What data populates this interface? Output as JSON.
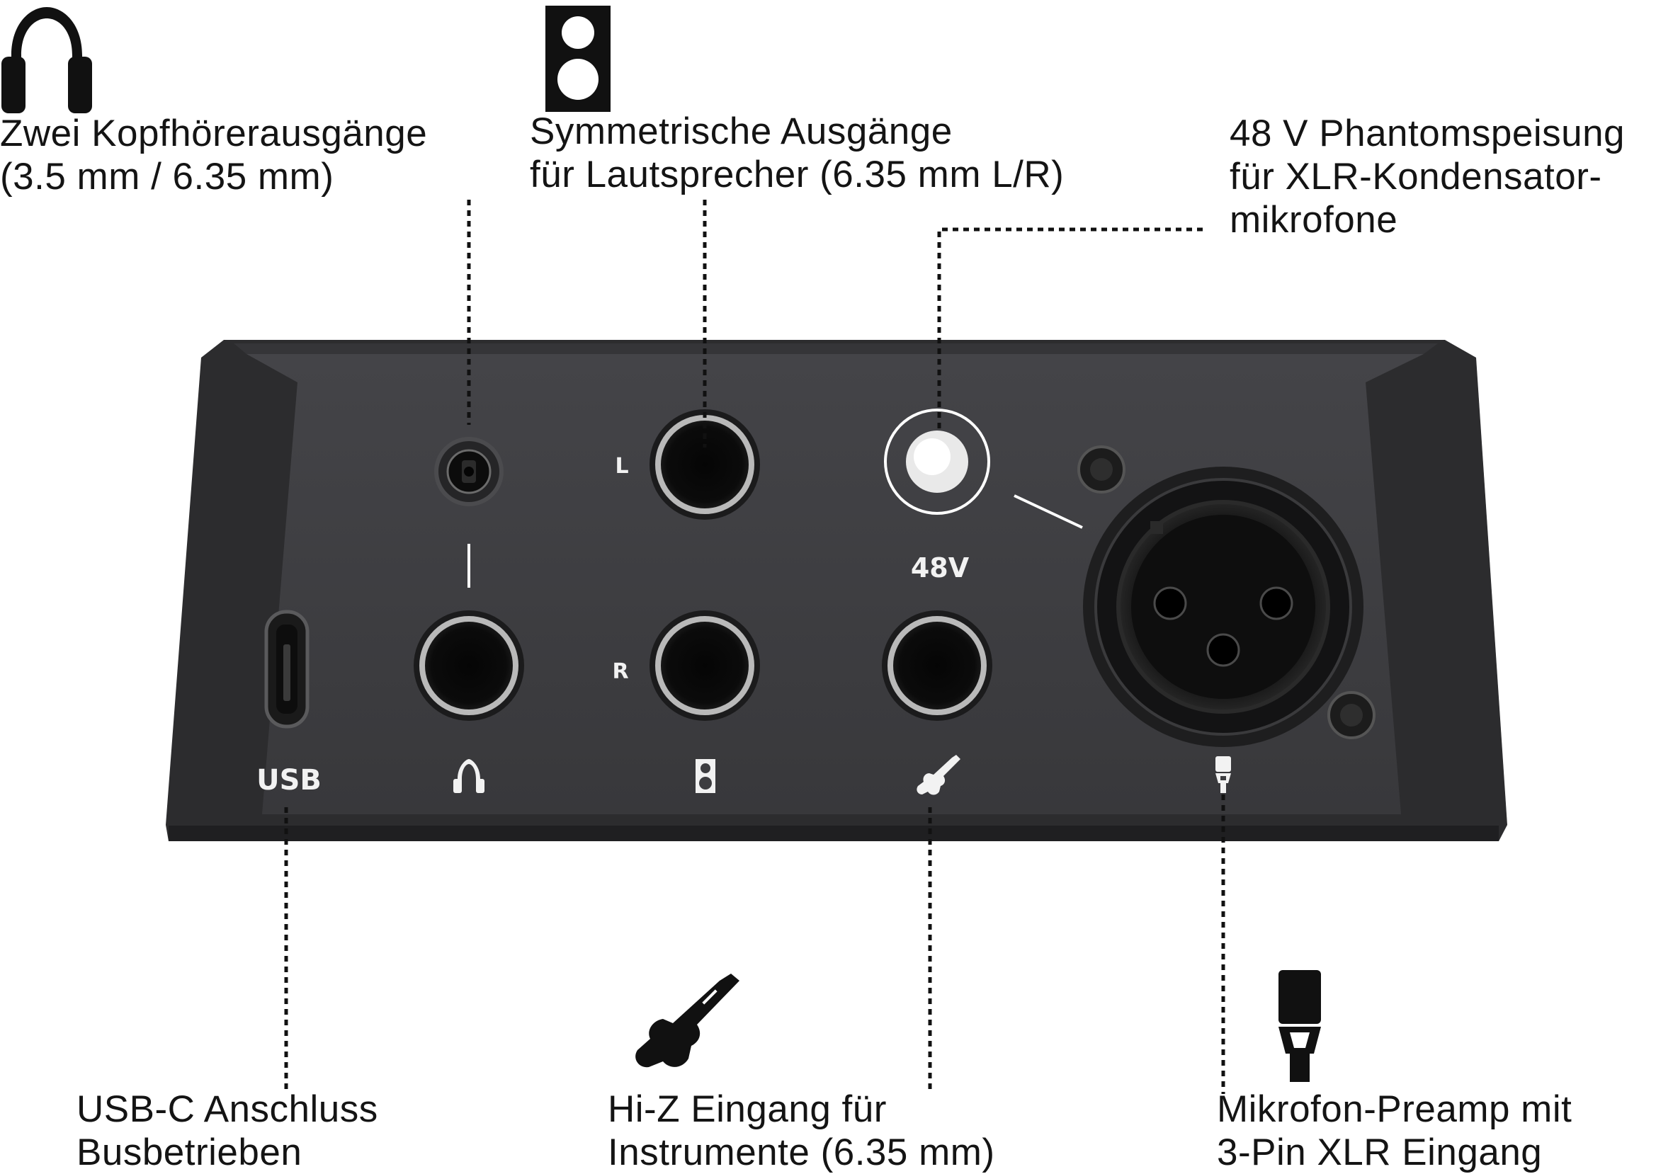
{
  "callouts": {
    "headphones": {
      "line1": "Zwei Kopfhörerausgänge",
      "line2": "(3.5 mm / 6.35 mm)",
      "icon": "headphones-icon"
    },
    "speakers": {
      "line1": "Symmetrische Ausgänge",
      "line2": "für Lautsprecher (6.35 mm L/R)",
      "icon": "speaker-icon"
    },
    "phantom": {
      "line1": "48 V Phantomspeisung",
      "line2": "für XLR-Kondensator-",
      "line3": "mikrofone"
    },
    "usb": {
      "line1": "USB-C Anschluss",
      "line2": "Busbetrieben"
    },
    "instrument": {
      "line1": "Hi-Z Eingang für",
      "line2": "Instrumente (6.35 mm)",
      "icon": "guitar-icon"
    },
    "mic": {
      "line1": "Mikrofon-Preamp mit",
      "line2": "3-Pin XLR Eingang",
      "icon": "microphone-icon"
    }
  },
  "panel": {
    "usb_label": "USB",
    "left_label": "L",
    "right_label": "R",
    "phantom_label": "48V",
    "icons": [
      "headphones-icon",
      "speaker-icon",
      "guitar-icon",
      "microphone-icon"
    ]
  },
  "colors": {
    "device_body": "#2f2f31",
    "device_face": "#3d3d40",
    "jack_ring": "#b9b9b9",
    "text": "#141414"
  }
}
